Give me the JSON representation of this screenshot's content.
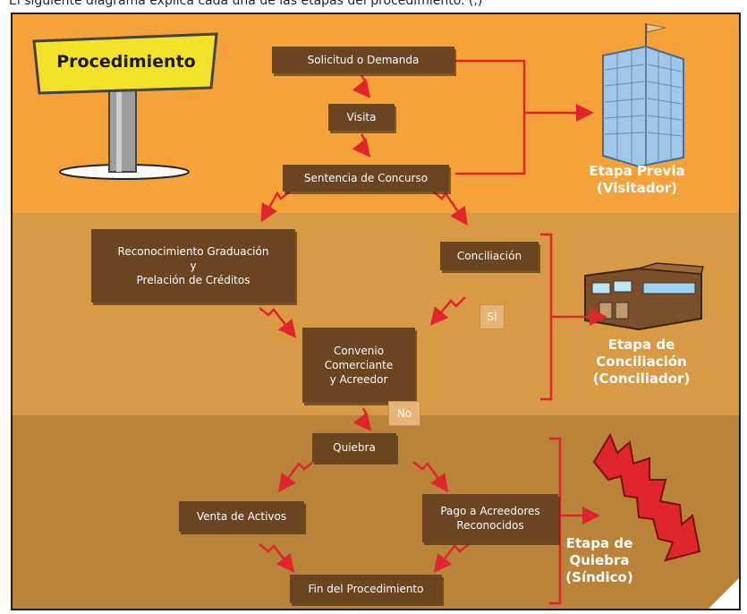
{
  "caption": "El siguiente diagrama explica cada una de las etapas del procedimiento. (,)",
  "sign": {
    "label": "Procedimiento"
  },
  "boxes": {
    "solicitud": "Solicitud o Demanda",
    "visita": "Visita",
    "sentencia": "Sentencia de Concurso",
    "reconocimiento": "Reconocimiento Graduación\ny\nPrelación de Créditos",
    "conciliacion": "Conciliación",
    "convenio": "Convenio\nComerciante\ny Acreedor",
    "quiebra": "Quiebra",
    "venta": "Venta de Activos",
    "pago": "Pago a Acreedores\nReconocidos",
    "fin": "Fin del Procedimiento"
  },
  "tags": {
    "si": "Si",
    "no": "No"
  },
  "stages": {
    "previa": "Etapa Previa\n(Visitador)",
    "conciliacion": "Etapa de\nConciliación\n(Conciliador)",
    "quiebra": "Etapa de\nQuiebra\n(Síndico)"
  },
  "colors": {
    "box": "#6b4420",
    "arrow": "#e0262a",
    "band1": "#f5a23a",
    "band2": "#d99a45",
    "band3": "#b98339"
  }
}
